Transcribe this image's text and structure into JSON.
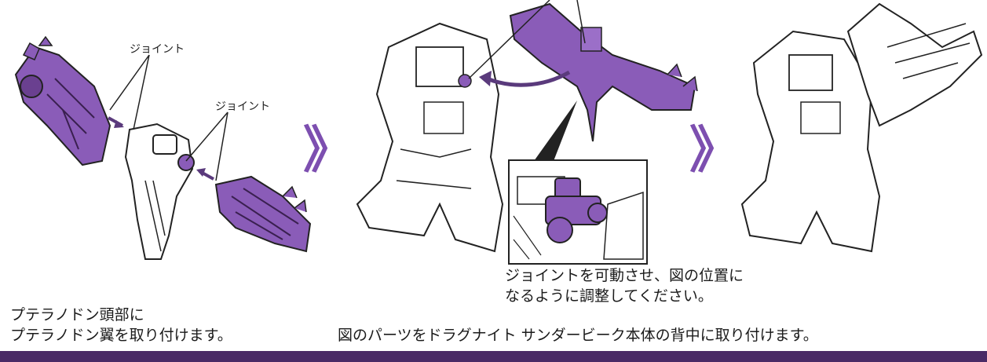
{
  "colors": {
    "purple": "#8a5cb8",
    "purple_dark": "#5a3a7c",
    "band": "#4a2a66",
    "line": "#222222"
  },
  "step1": {
    "joint_label_1": "ジョイント",
    "joint_label_2": "ジョイント",
    "caption_line1": "プテラノドン頭部に",
    "caption_line2": "プテラノドン翼を取り付けます。"
  },
  "step2": {
    "inset_caption_line1": "ジョイントを可動させ、図の位置に",
    "inset_caption_line2": "なるように調整してください。",
    "caption": "図のパーツをドラグナイト サンダービーク本体の背中に取り付けます。"
  },
  "arrows": {
    "next_glyph": "》"
  }
}
